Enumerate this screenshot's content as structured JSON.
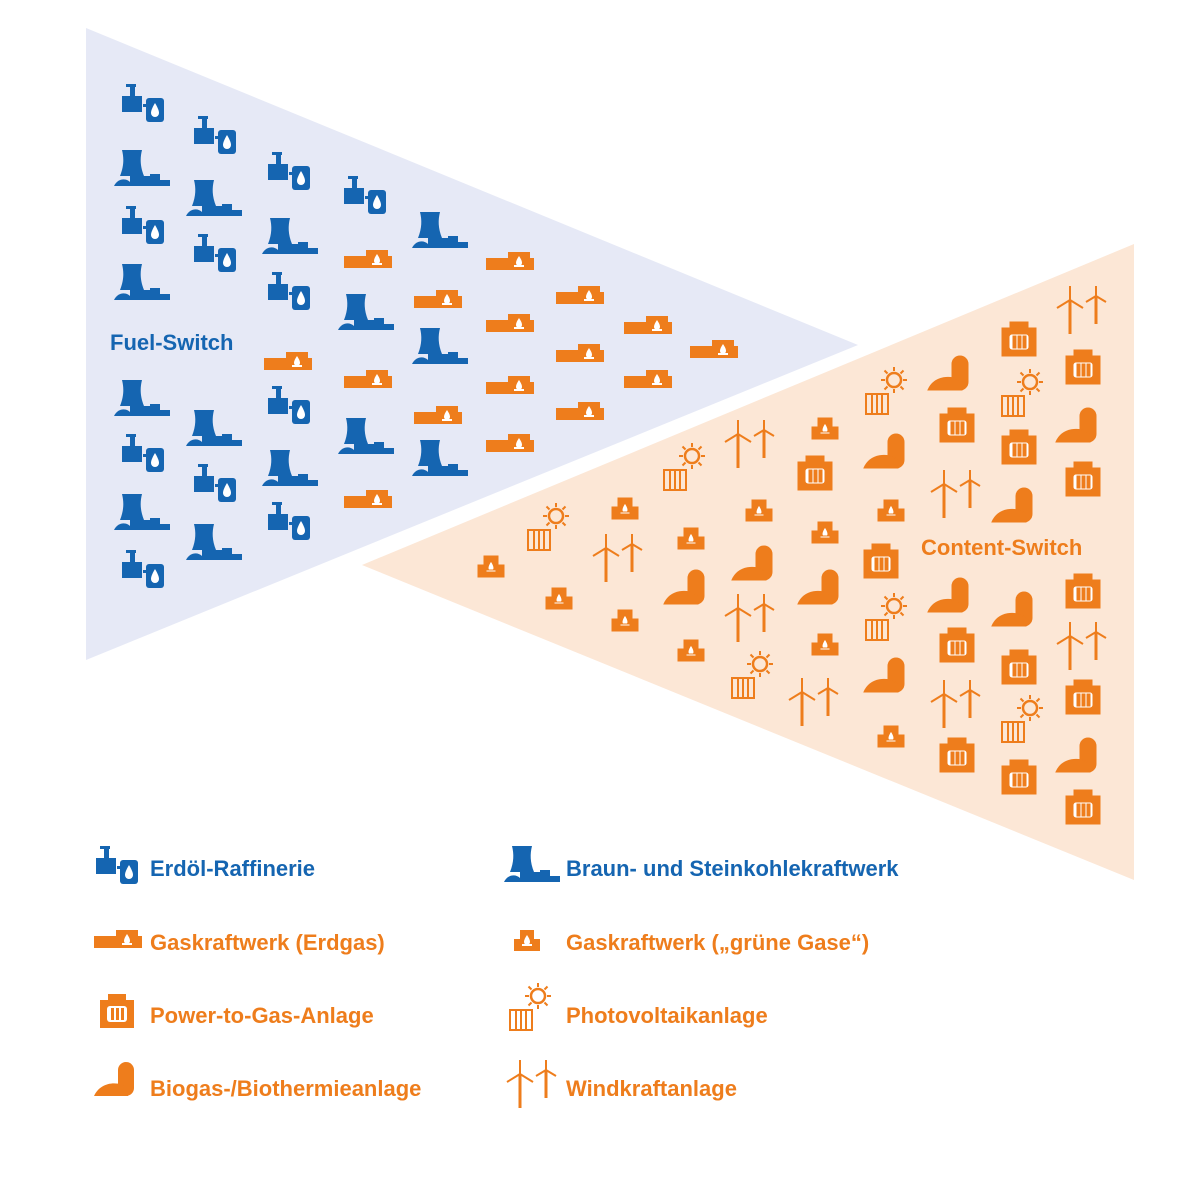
{
  "colors": {
    "blue": "#1565b1",
    "orange": "#ee7d1c",
    "blue_area": "#e6e9f6",
    "orange_area": "#fce7d6"
  },
  "regions": {
    "fuel_switch": "Fuel-Switch",
    "content_switch": "Content-Switch"
  },
  "legend": {
    "refinery": "Erdöl-Raffinerie",
    "coal_plant": "Braun- und Steinkohlekraftwerk",
    "gas_plant_natural": "Gaskraftwerk (Erdgas)",
    "gas_plant_green": "Gaskraftwerk („grüne Gase“)",
    "power_to_gas": "Power-to-Gas-Anlage",
    "photovoltaic": "Photovoltaikanlage",
    "biogas": "Biogas-/Biothermieanlage",
    "wind": "Windkraftanlage"
  }
}
